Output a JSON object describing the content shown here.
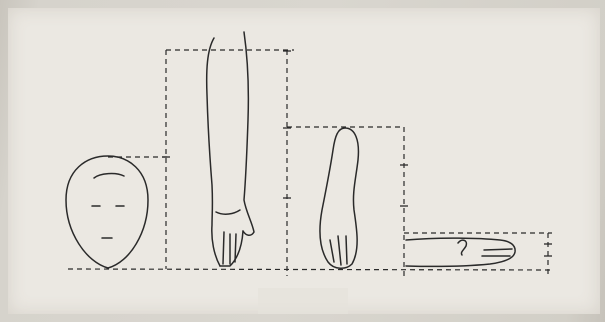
{
  "figure": {
    "parts": [
      {
        "id": "head",
        "shape": "head-outline"
      },
      {
        "id": "arm",
        "shape": "arm-and-hand"
      },
      {
        "id": "foot-sole",
        "shape": "foot-top-view"
      },
      {
        "id": "foot-side",
        "shape": "foot-side-view"
      }
    ],
    "line_style": "dashed measurement guides",
    "background_color": "#ebe8e2",
    "ink_color": "#2a2a2a"
  }
}
